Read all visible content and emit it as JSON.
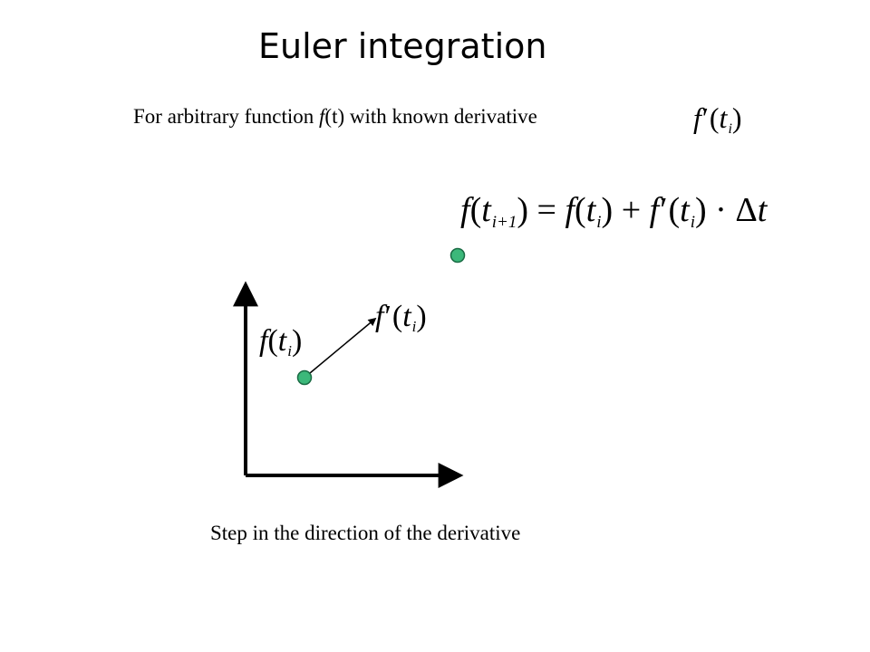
{
  "slide": {
    "title": "Euler integration",
    "subtitle_prefix": "For arbitrary function ",
    "subtitle_f": "f",
    "subtitle_middle": "(t) with known derivative",
    "caption": "Step in the direction of the derivative"
  },
  "equations": {
    "derivative_symbol": {
      "f": "f",
      "prime": "′",
      "open": "(",
      "t": "t",
      "sub": "i",
      "close": ")"
    },
    "update_rule": {
      "lhs_f": "f",
      "lhs_open": "(",
      "lhs_t": "t",
      "lhs_sub": "i+1",
      "lhs_close": ")",
      "equals": "=",
      "r1_f": "f",
      "r1_open": "(",
      "r1_t": "t",
      "r1_sub": "i",
      "r1_close": ")",
      "plus": "+",
      "r2_f": "f",
      "r2_prime": "′",
      "r2_open": "(",
      "r2_t": "t",
      "r2_sub": "i",
      "r2_close": ")",
      "dot": "·",
      "delta": "Δ",
      "dt_t": "t"
    },
    "point_label": {
      "f": "f",
      "open": "(",
      "t": "t",
      "sub": "i",
      "close": ")"
    },
    "arrow_label": {
      "f": "f",
      "prime": "′",
      "open": "(",
      "t": "t",
      "sub": "i",
      "close": ")"
    }
  },
  "colors": {
    "point_fill": "#3cb87a",
    "point_stroke": "#1a6b44",
    "axis": "#000000",
    "arrow": "#000000"
  }
}
